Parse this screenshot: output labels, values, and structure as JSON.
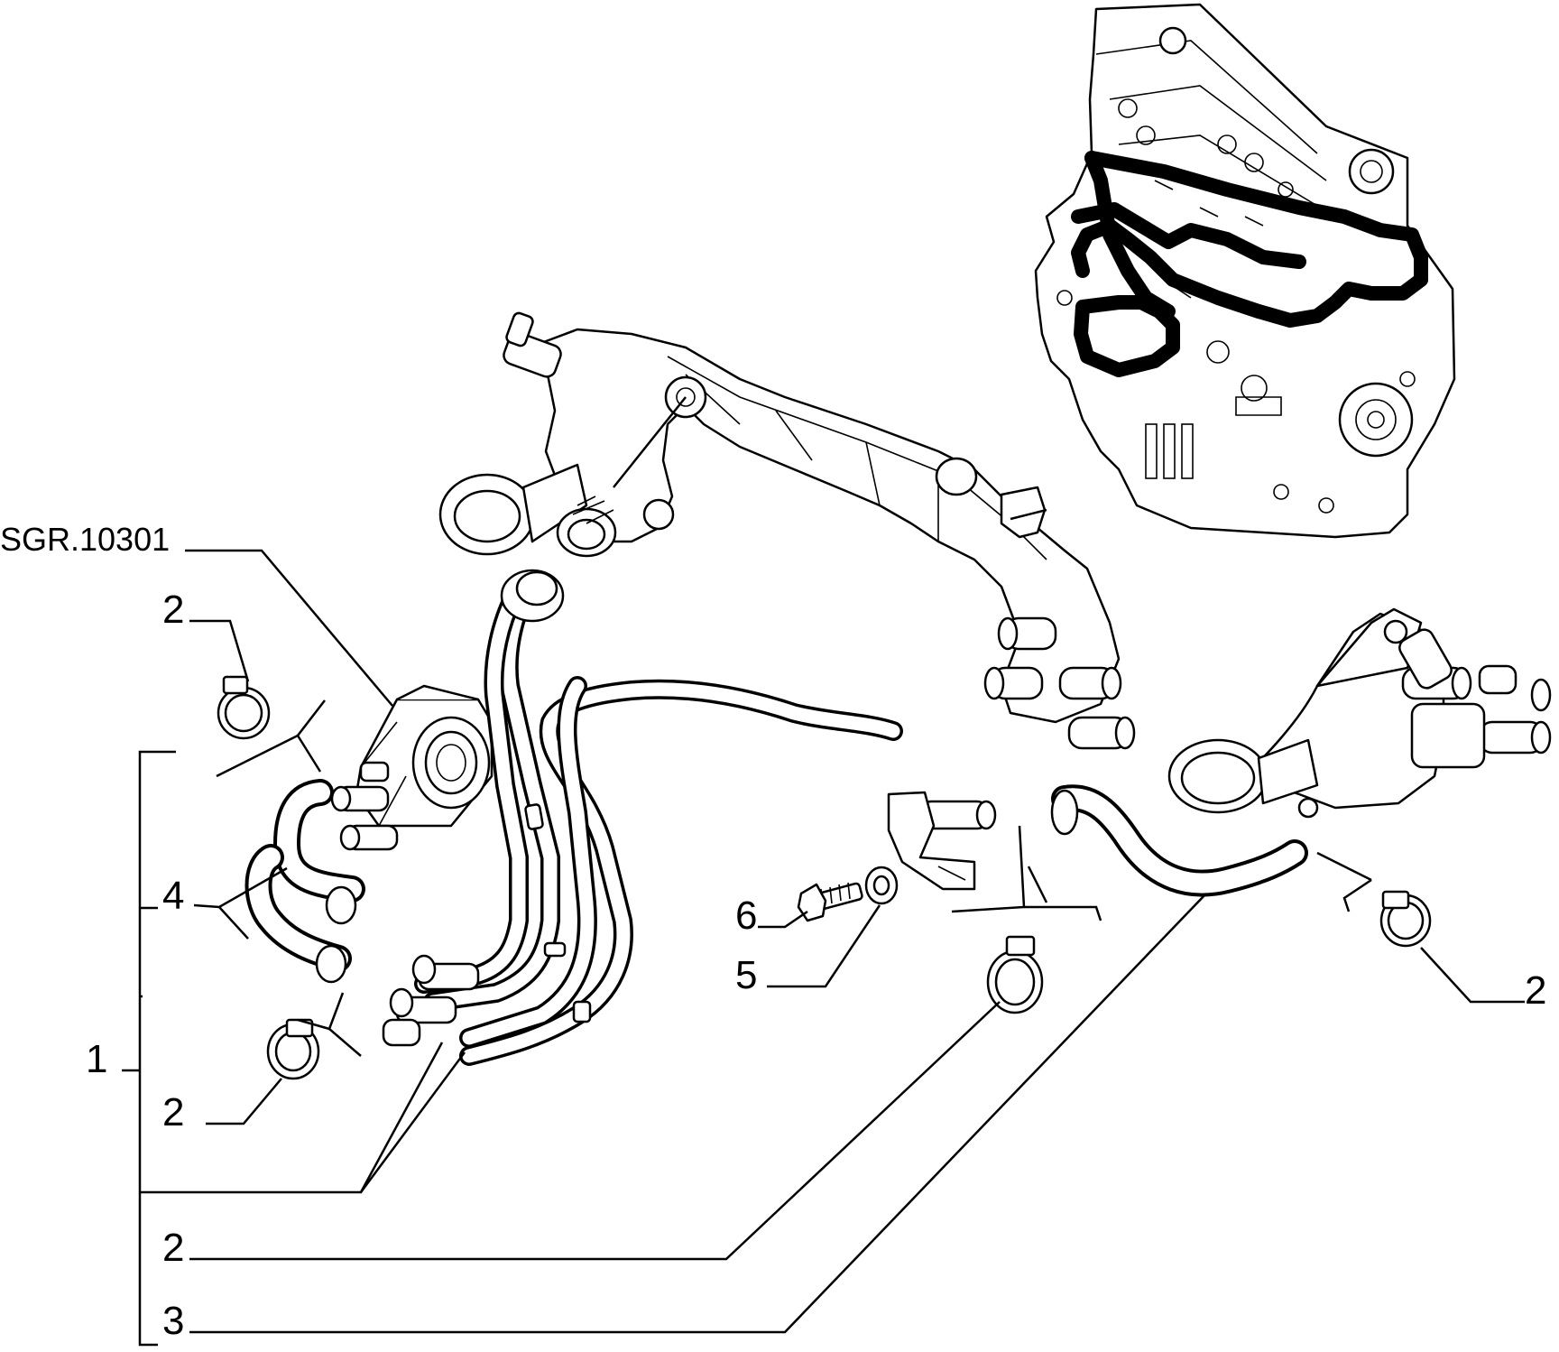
{
  "reference": "SGR.10301",
  "callouts": {
    "c1": "1",
    "c2_upper_left": "2",
    "c2_lower_left": "2",
    "c2_right": "2",
    "c2_bottom": "2",
    "c3": "3",
    "c4": "4",
    "c5": "5",
    "c6": "6"
  }
}
